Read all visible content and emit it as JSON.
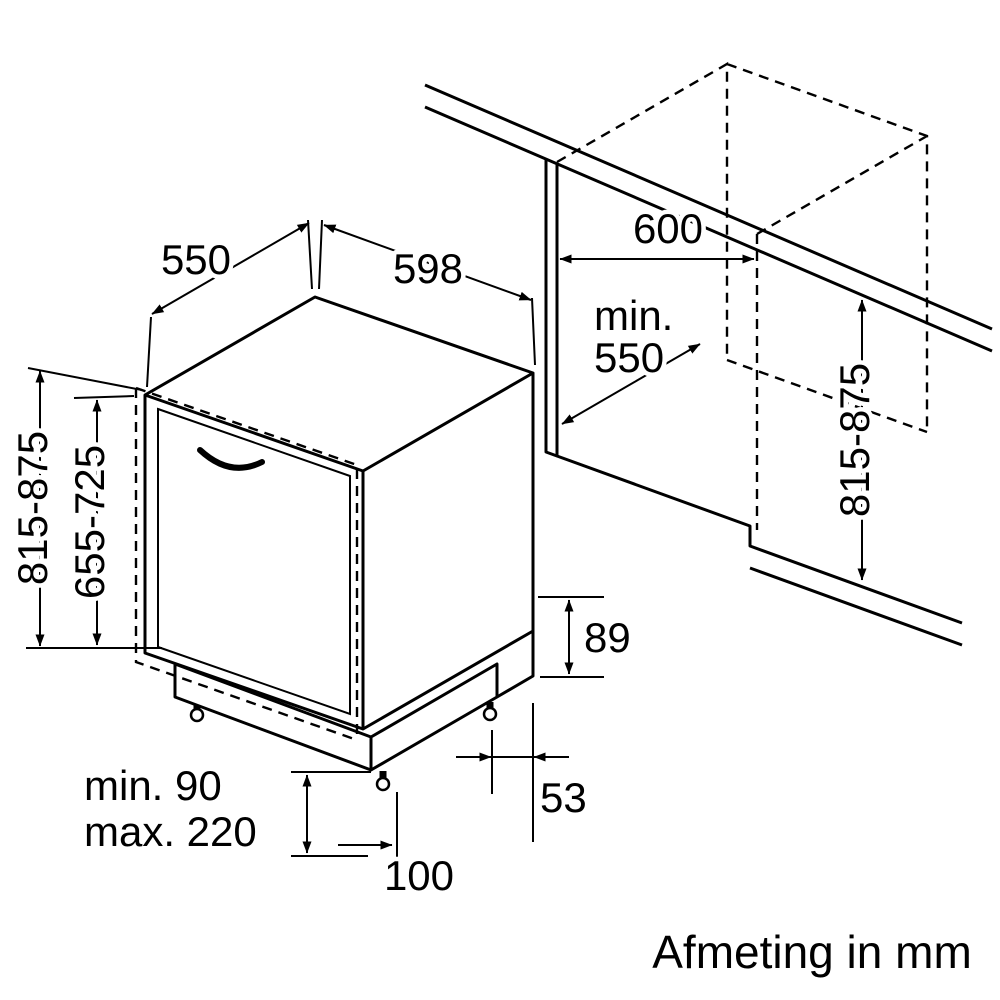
{
  "diagram": {
    "caption": "Afmeting in mm",
    "colors": {
      "line": "#000000",
      "background": "#ffffff"
    }
  },
  "appliance_dimensions": {
    "top_depth": "550",
    "top_width": "598",
    "overall_height": "815-875",
    "furniture_door_height": "655-725",
    "plinth_height_min": "min. 90",
    "plinth_height_max": "max. 220",
    "front_foot_offset": "100",
    "base_recess_depth": "53",
    "base_recess_height": "89"
  },
  "niche_dimensions": {
    "width": "600",
    "depth_line1": "min.",
    "depth_line2": "550",
    "height": "815-875"
  }
}
